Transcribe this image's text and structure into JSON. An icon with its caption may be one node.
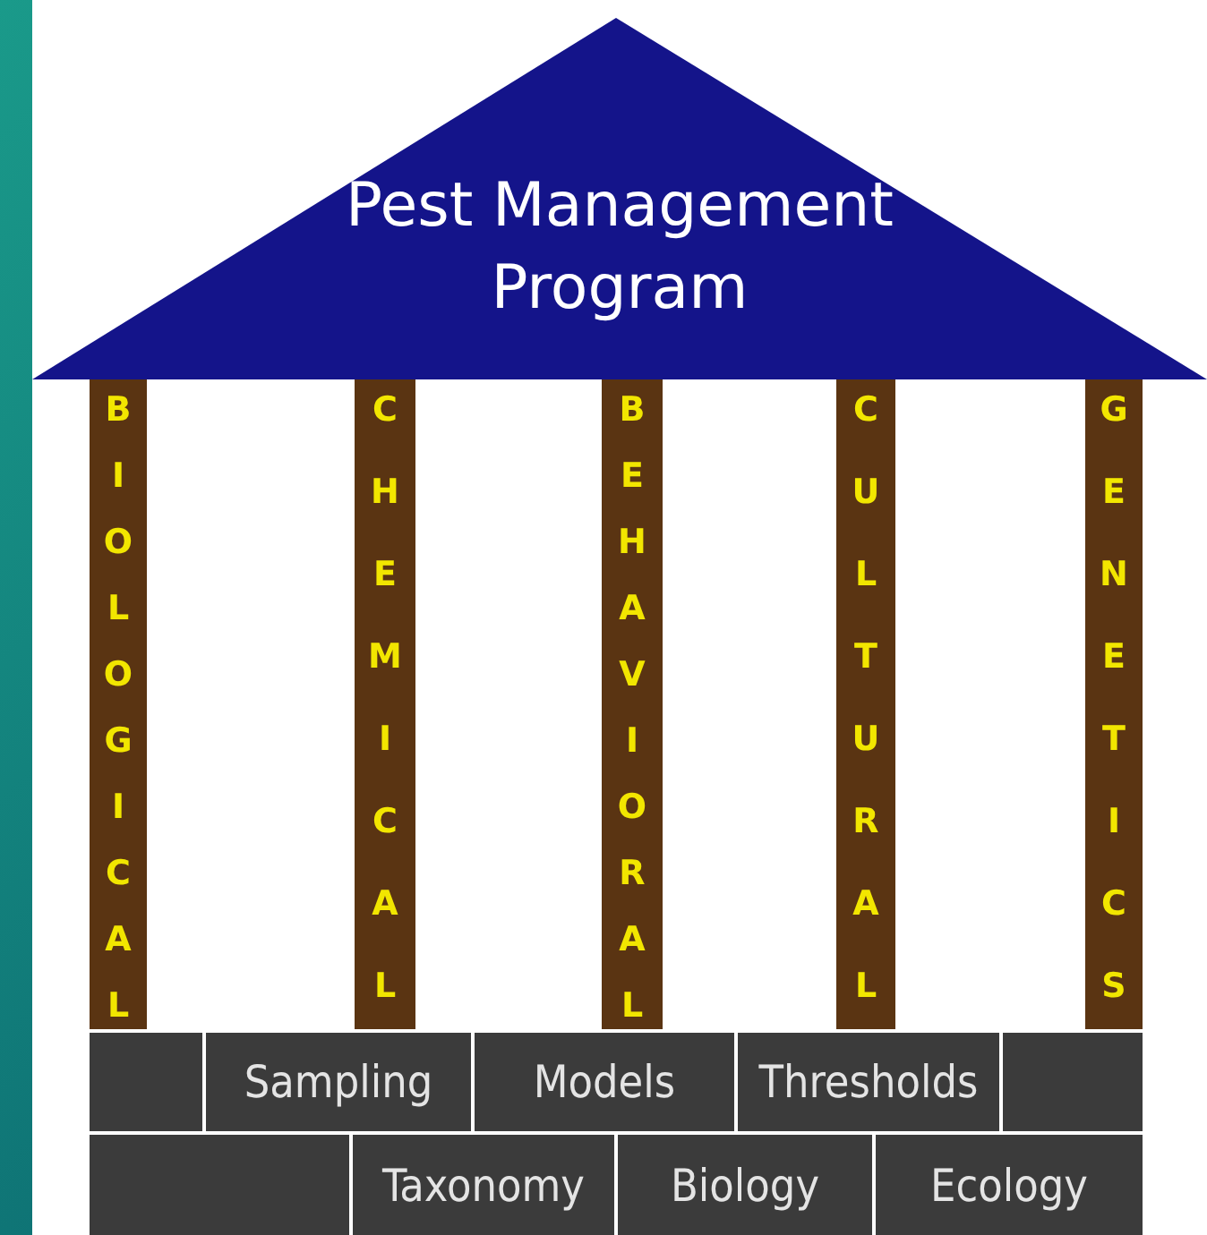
{
  "diagram": {
    "nodes": [
      {
        "text": [
          "Pest Management Program"
        ]
      },
      {
        "text": [
          "BIOLOGICAL"
        ]
      },
      {
        "text": [
          "CHEMICAL"
        ]
      },
      {
        "text": [
          "BEHAVIORAL"
        ]
      },
      {
        "text": [
          "CULTURAL"
        ]
      },
      {
        "text": [
          "GENETICS"
        ]
      },
      {
        "text": [],
        "shape": "box"
      },
      {
        "text": [
          "Sampling"
        ]
      },
      {
        "text": [
          "Models"
        ]
      },
      {
        "text": [
          "Thresholds"
        ]
      },
      {
        "text": [],
        "shape": "box"
      },
      {
        "text": [],
        "shape": "box"
      },
      {
        "text": [
          "Taxonomy"
        ]
      },
      {
        "text": [
          "Biology"
        ]
      },
      {
        "text": [
          "Ecology"
        ]
      }
    ]
  }
}
